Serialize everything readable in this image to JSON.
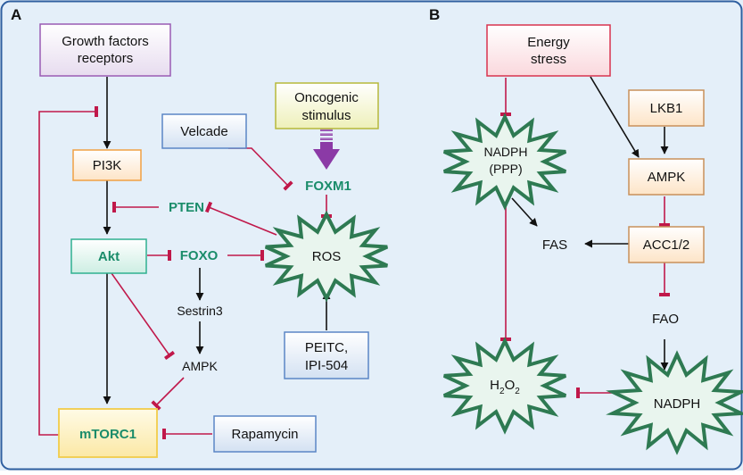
{
  "panels": {
    "a": {
      "letter": "A",
      "nodes": {
        "growth_factors": [
          "Growth factors",
          "receptors"
        ],
        "pi3k": "PI3K",
        "akt": "Akt",
        "mtorc1": "mTORC1",
        "pten": "PTEN",
        "foxo": "FOXO",
        "sestrin3": "Sestrin3",
        "ampk": "AMPK",
        "velcade": "Velcade",
        "oncogenic": [
          "Oncogenic",
          "stimulus"
        ],
        "foxm1": "FOXM1",
        "ros": "ROS",
        "peitc": [
          "PEITC,",
          "IPI-504"
        ],
        "rapamycin": "Rapamycin"
      }
    },
    "b": {
      "letter": "B",
      "nodes": {
        "energy_stress": [
          "Energy",
          "stress"
        ],
        "nadph_ppp": [
          "NADPH",
          "(PPP)"
        ],
        "lkb1": "LKB1",
        "ampk": "AMPK",
        "fas": "FAS",
        "acc": "ACC1/2",
        "fao": "FAO",
        "h2o2": {
          "base1": "H",
          "sub1": "2",
          "base2": "O",
          "sub2": "2"
        },
        "nadph": "NADPH"
      }
    }
  },
  "colors": {
    "background": "#e4eff9",
    "panel_border": "#2f5fa0",
    "inhibit": "#c0184a",
    "activate": "#111111",
    "green_text": "#1a8c6a",
    "oncogenic_arrow": "#8b3aa6",
    "burst_fill": "#e9f5ee",
    "burst_stroke": "#2e7a52"
  }
}
